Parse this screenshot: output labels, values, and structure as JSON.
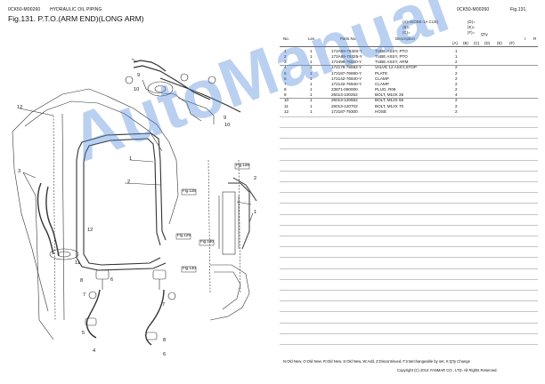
{
  "header": {
    "code_left": "0CK50-M00260",
    "section": "HYDRAULIC OIL PIPING",
    "figure_title": "Fig.131.  P.T.O.(ARM END)(LONG ARM)",
    "code_right": "0CK50-M00260",
    "fig_right": "Fig.131"
  },
  "conditions": {
    "a": "(A)=WOBE-1A CUS)",
    "b": "(B)=",
    "c": "(C)=",
    "d": "(D)=",
    "e": "(E)=",
    "f": "(F)="
  },
  "table": {
    "headers": {
      "no": "No.",
      "lev": "Lev.",
      "part_no": "Parts No.",
      "description": "Description",
      "qty": "Q'ty",
      "i": "I",
      "r": "R"
    },
    "qty_cols": [
      "(A)",
      "(B)",
      "(C)",
      "(D)",
      "(E)",
      "(F)"
    ],
    "rows": [
      {
        "no": "1",
        "lev": "1",
        "part": "172A69-76320-Y",
        "desc": "TUBE ASSY, PTO",
        "qty": "1"
      },
      {
        "no": "2",
        "lev": "1",
        "part": "172A69-76325-Y",
        "desc": "TUBE ASSY, PTO",
        "qty": "1"
      },
      {
        "no": "3",
        "lev": "1",
        "part": "172499-76500-Y",
        "desc": "TUBE ASSY, ARM",
        "qty": "2"
      },
      {
        "no": "4",
        "lev": "1",
        "part": "172176-76592-Y",
        "desc": "VALVE 12 ASSY,STOP",
        "qty": "2"
      },
      {
        "no": "5",
        "lev": "1",
        "part": "172187-76690-Y",
        "desc": "PLATE",
        "qty": "2"
      },
      {
        "no": "6",
        "lev": "1",
        "part": "172142-76940-Y",
        "desc": "CLAMP",
        "qty": "2"
      },
      {
        "no": "7",
        "lev": "1",
        "part": "172142-76940-Y",
        "desc": "CLAMP",
        "qty": "2"
      },
      {
        "no": "8",
        "lev": "1",
        "part": "23871-060000",
        "desc": "PLUG, R06",
        "qty": "2"
      },
      {
        "no": "9",
        "lev": "1",
        "part": "26013-100252",
        "desc": "BOLT, M10X 25",
        "qty": "4"
      },
      {
        "no": "10",
        "lev": "1",
        "part": "26013-120552",
        "desc": "BOLT, M12X 55",
        "qty": "2"
      },
      {
        "no": "11",
        "lev": "1",
        "part": "26013-120702",
        "desc": "BOLT, M12X 70",
        "qty": "2"
      },
      {
        "no": "12",
        "lev": "1",
        "part": "172187-79300",
        "desc": "HOSE",
        "qty": "2"
      }
    ]
  },
  "legend": "N:Old  New, O:Old  New, R:Old  New, S:Old  New, W:Add, Z:Discontinued, F:Interchangeable by set, K:Q'ty Change",
  "copyright": "Copyright (C) 2014 YANMAR CO., LTD. All Rights Reserved.",
  "watermark": "AutoManual",
  "callouts": {
    "c1": "1",
    "c2": "2",
    "c3": "3",
    "c4": "4",
    "c5": "5",
    "c6": "6",
    "c7": "7",
    "c8": "8",
    "c9": "9",
    "c10": "10",
    "c11": "11",
    "c12": "12"
  },
  "fig_refs": {
    "f128": "Fig.128",
    "f129": "Fig.129",
    "f130": "Fig.130"
  }
}
